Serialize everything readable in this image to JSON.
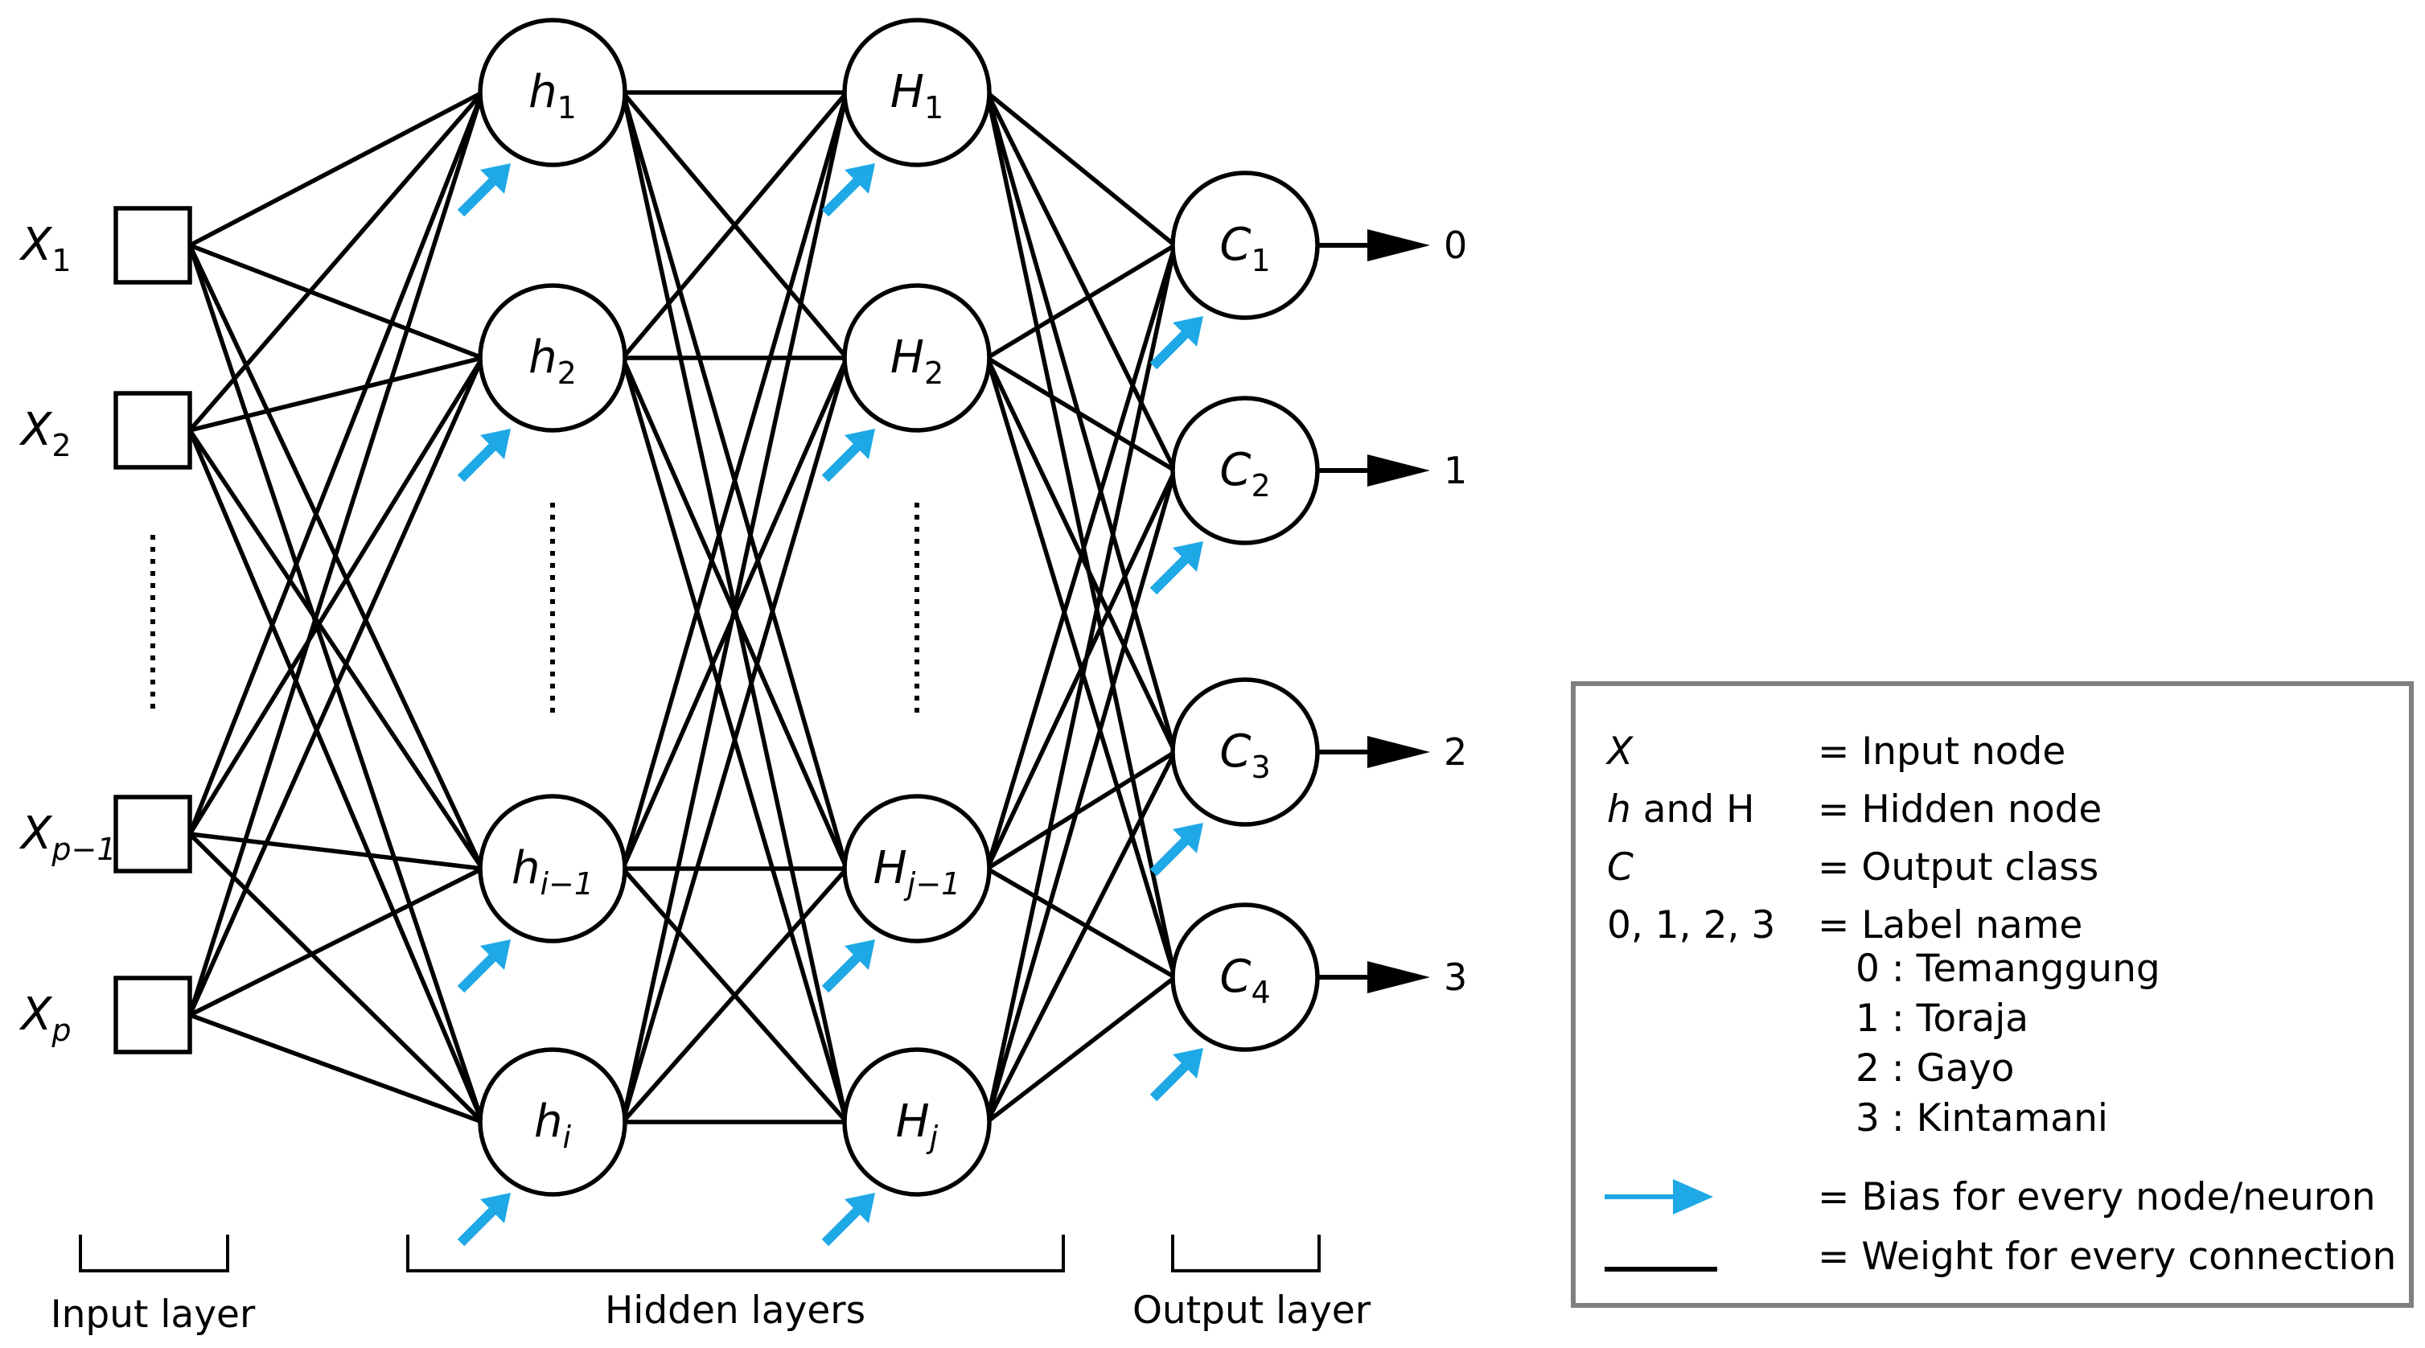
{
  "colors": {
    "bias_arrow": "#1ea8e6",
    "line": "#000000",
    "legend_border": "#808080"
  },
  "input_layer": {
    "nodes": [
      {
        "main": "X",
        "sub": "1"
      },
      {
        "main": "X",
        "sub": "2"
      },
      {
        "main": "X",
        "sub": "p−1"
      },
      {
        "main": "X",
        "sub": "p"
      }
    ]
  },
  "hidden_layer_1": {
    "nodes": [
      {
        "main": "h",
        "sub": "1"
      },
      {
        "main": "h",
        "sub": "2"
      },
      {
        "main": "h",
        "sub": "i−1"
      },
      {
        "main": "h",
        "sub": "i"
      }
    ]
  },
  "hidden_layer_2": {
    "nodes": [
      {
        "main": "H",
        "sub": "1"
      },
      {
        "main": "H",
        "sub": "2"
      },
      {
        "main": "H",
        "sub": "j−1"
      },
      {
        "main": "H",
        "sub": "j"
      }
    ]
  },
  "output_layer": {
    "nodes": [
      {
        "main": "C",
        "sub": "1",
        "label": "0"
      },
      {
        "main": "C",
        "sub": "2",
        "label": "1"
      },
      {
        "main": "C",
        "sub": "3",
        "label": "2"
      },
      {
        "main": "C",
        "sub": "4",
        "label": "3"
      }
    ]
  },
  "groups": {
    "input": "Input layer",
    "hidden": "Hidden layers",
    "output": "Output layer"
  },
  "legend": {
    "rows": [
      {
        "symbol": "X",
        "italic": true,
        "desc": "= Input node"
      },
      {
        "symbol": "h and H",
        "italic_first": "h",
        "desc": "= Hidden node"
      },
      {
        "symbol": "C",
        "italic": true,
        "desc": "= Output class"
      },
      {
        "symbol": "0, 1, 2, 3",
        "desc": "= Label name"
      }
    ],
    "labels": [
      "0 : Temanggung",
      "1 : Toraja",
      "2 : Gayo",
      "3 : Kintamani"
    ],
    "bias_desc": "= Bias for every node/neuron",
    "weight_desc": "= Weight for every connection"
  }
}
